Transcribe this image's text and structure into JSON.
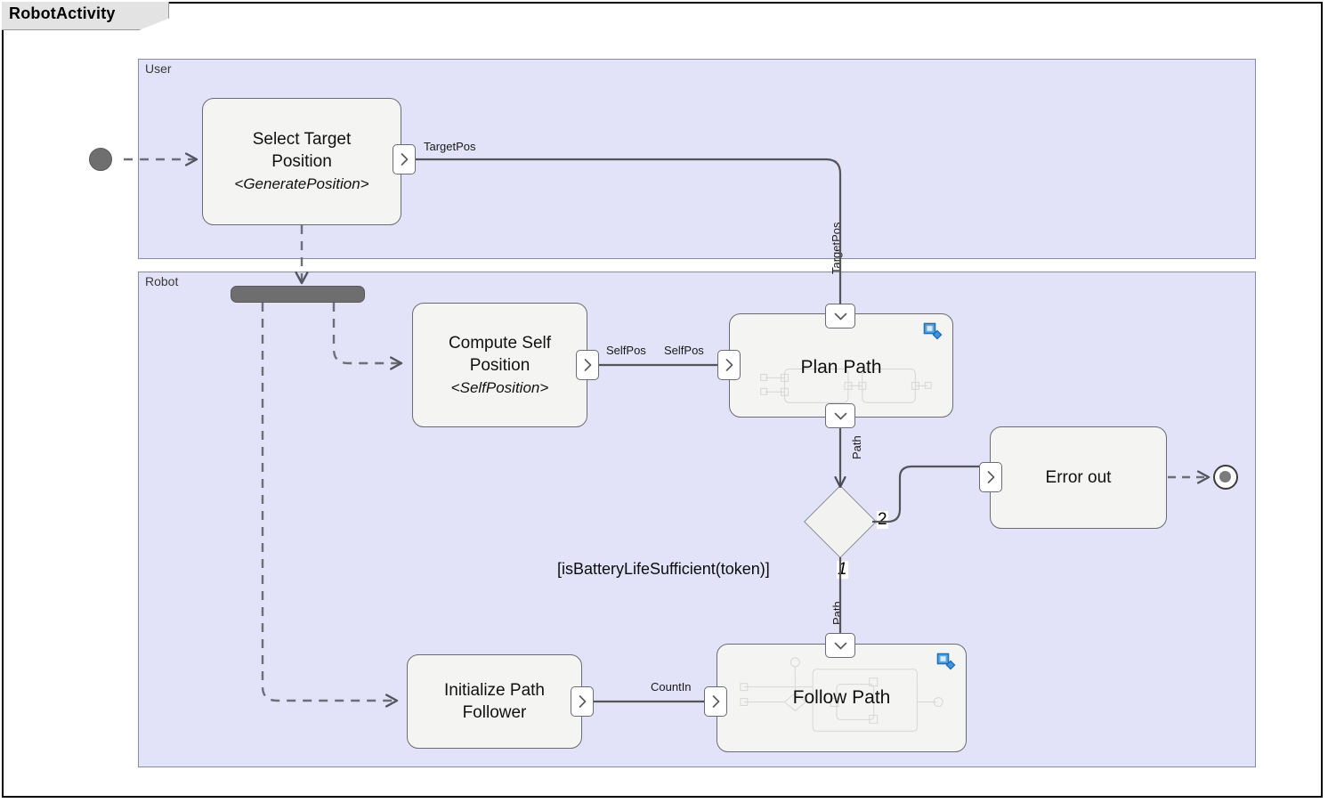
{
  "diagram": {
    "title": "RobotActivity",
    "kind": "uml-activity-diagram"
  },
  "lanes": [
    {
      "id": "user",
      "label": "User"
    },
    {
      "id": "robot",
      "label": "Robot"
    }
  ],
  "nodes": {
    "initial": {
      "name": "initial-node",
      "label": ""
    },
    "select_target_position": {
      "label": "Select Target\nPosition",
      "stereotype": "<GeneratePosition>",
      "out_pin_label": "TargetPos"
    },
    "fork": {
      "name": "fork-node",
      "label": ""
    },
    "compute_self_position": {
      "label": "Compute Self\nPosition",
      "stereotype": "<SelfPosition>",
      "out_pin_label": "SelfPos"
    },
    "plan_path": {
      "label": "Plan Path",
      "in_pin_label": "SelfPos",
      "in_top_pin_label": "TargetPos",
      "out_pin_label": "Path"
    },
    "decision": {
      "label": "",
      "guard": "[isBatteryLifeSufficient(token)]",
      "branch_1": "1",
      "branch_2": "2"
    },
    "error_out": {
      "label": "Error out"
    },
    "initialize_path_follower": {
      "label": "Initialize Path\nFollower",
      "out_pin_label": "CountIn"
    },
    "follow_path": {
      "label": "Follow Path",
      "in_pin_label": "CountIn",
      "in_top_pin_label": "Path"
    },
    "final": {
      "name": "activity-final-node",
      "label": ""
    }
  },
  "edges": {
    "target_pos_vertical": "TargetPos",
    "path_to_decision": "Path",
    "path_to_follow": "Path"
  },
  "colors": {
    "lane_fill": "#e2e2f8",
    "lane_border": "#8a8aa5",
    "node_fill": "#f4f4f2",
    "node_border": "#6b6b74",
    "title_tab": "#e3e3e3",
    "accent_composite_icon": "#2f7ed8",
    "fork_fill": "#6e6e6e",
    "initial_fill": "#6f6f6f",
    "edge_stroke": "#555558",
    "dashed_stroke": "#6e6e78"
  }
}
